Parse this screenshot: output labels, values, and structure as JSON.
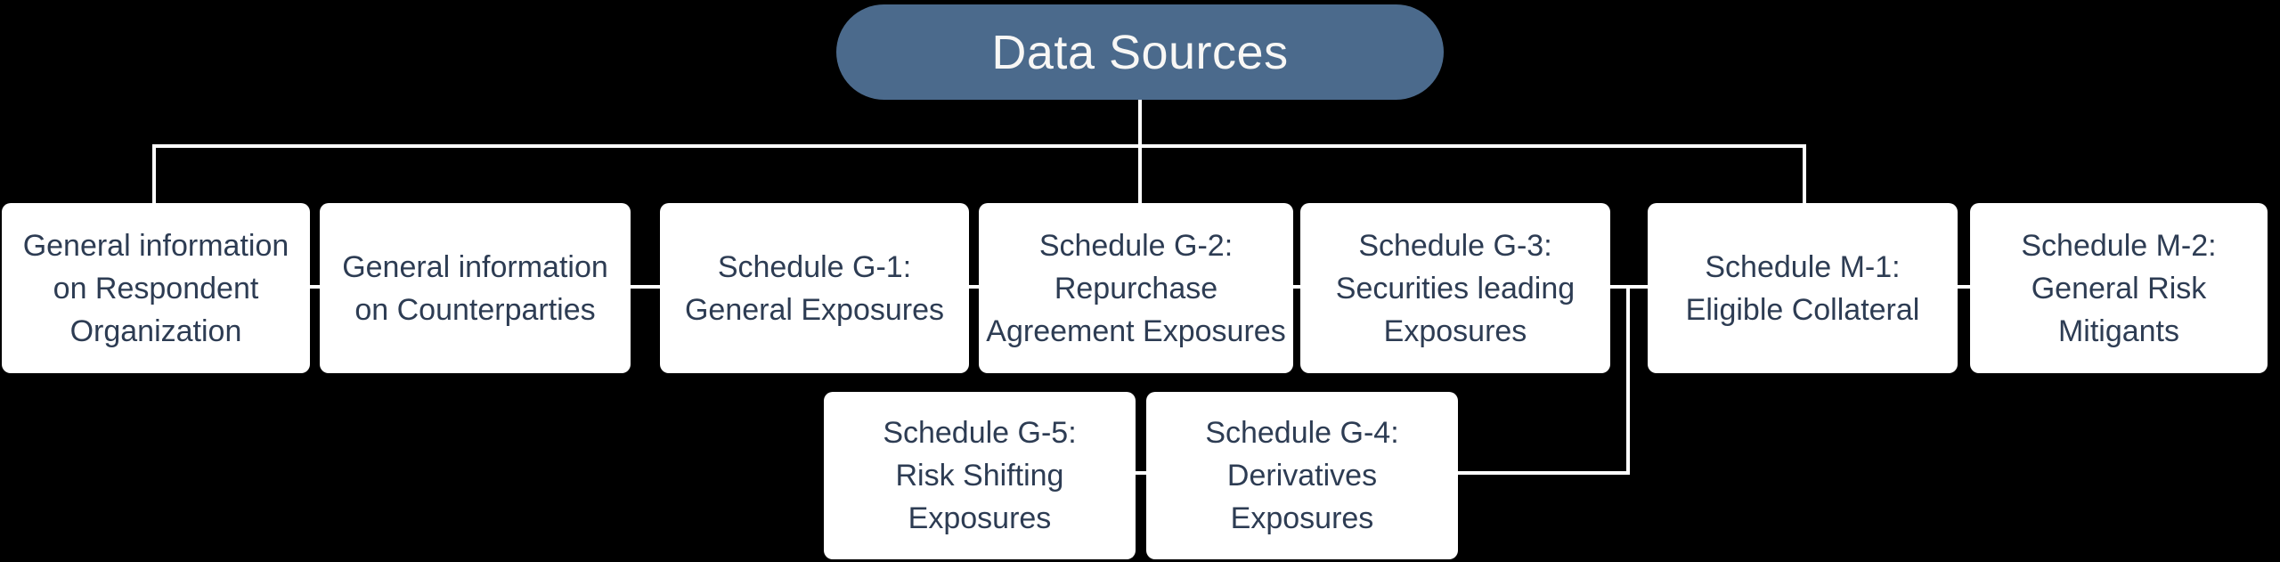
{
  "colors": {
    "background": "#000000",
    "connector": "#ffffff",
    "node_fill": "#ffffff",
    "node_text": "#2d3c53",
    "root_fill": "#4b6a8c",
    "root_text": "#f8f7f5"
  },
  "root_node": {
    "label": "Data Sources"
  },
  "nodes": {
    "row1": [
      {
        "id": "general-information-respondent-organization",
        "lines": [
          "General information",
          "on Respondent",
          "Organization"
        ]
      },
      {
        "id": "general-information-counterparties",
        "lines": [
          "General information",
          "on Counterparties"
        ]
      },
      {
        "id": "schedule-g1-general-exposures",
        "lines": [
          "Schedule G-1:",
          "General Exposures"
        ]
      },
      {
        "id": "schedule-g2-repurchase-agreement-exposures",
        "lines": [
          "Schedule G-2:",
          "Repurchase",
          "Agreement Exposures"
        ]
      },
      {
        "id": "schedule-g3-securities-leading-exposures",
        "lines": [
          "Schedule G-3:",
          "Securities leading",
          "Exposures"
        ]
      },
      {
        "id": "schedule-m1-eligible-collateral",
        "lines": [
          "Schedule M-1:",
          "Eligible Collateral"
        ]
      },
      {
        "id": "schedule-m2-general-risk-mitigants",
        "lines": [
          "Schedule M-2:",
          "General Risk",
          "Mitigants"
        ]
      }
    ],
    "row2": [
      {
        "id": "schedule-g5-risk-shifting-exposures",
        "lines": [
          "Schedule G-5:",
          "Risk Shifting",
          "Exposures"
        ]
      },
      {
        "id": "schedule-g4-derivatives-exposures",
        "lines": [
          "Schedule G-4:",
          "Derivatives",
          "Exposures"
        ]
      }
    ]
  }
}
